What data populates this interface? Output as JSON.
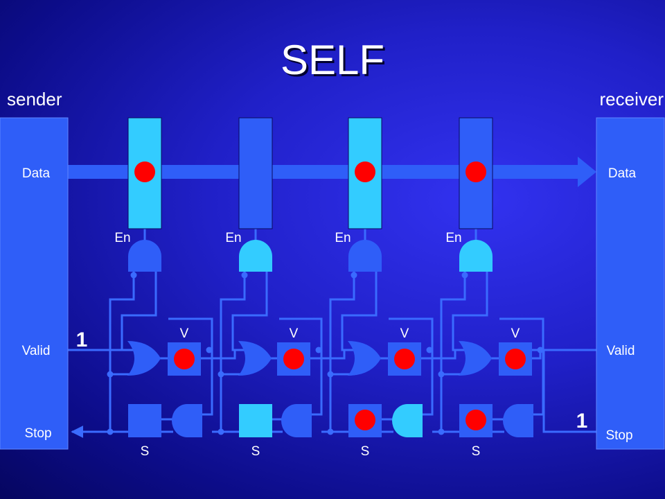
{
  "title": "SELF",
  "sender": {
    "label": "sender",
    "data_label": "Data",
    "valid_label": "Valid",
    "stop_label": "Stop"
  },
  "receiver": {
    "label": "receiver",
    "data_label": "Data",
    "valid_label": "Valid",
    "stop_label": "Stop"
  },
  "stages": [
    {
      "en_label": "En",
      "v_label": "V",
      "s_label": "S",
      "latch_active": true,
      "v_token": true,
      "s_token": false
    },
    {
      "en_label": "En",
      "v_label": "V",
      "s_label": "S",
      "latch_active": false,
      "v_token": true,
      "s_token": false
    },
    {
      "en_label": "En",
      "v_label": "V",
      "s_label": "S",
      "latch_active": true,
      "v_token": true,
      "s_token": true
    },
    {
      "en_label": "En",
      "v_label": "V",
      "s_label": "S",
      "latch_active": false,
      "v_token": true,
      "s_token": true
    }
  ],
  "valid_in_value": "1",
  "stop_in_value": "1",
  "colors": {
    "module": "#2f5ef8",
    "latch_active": "#33ccff",
    "wire": "#3a6bff",
    "token": "#ff0000",
    "value_label": "#ff1a1a"
  }
}
